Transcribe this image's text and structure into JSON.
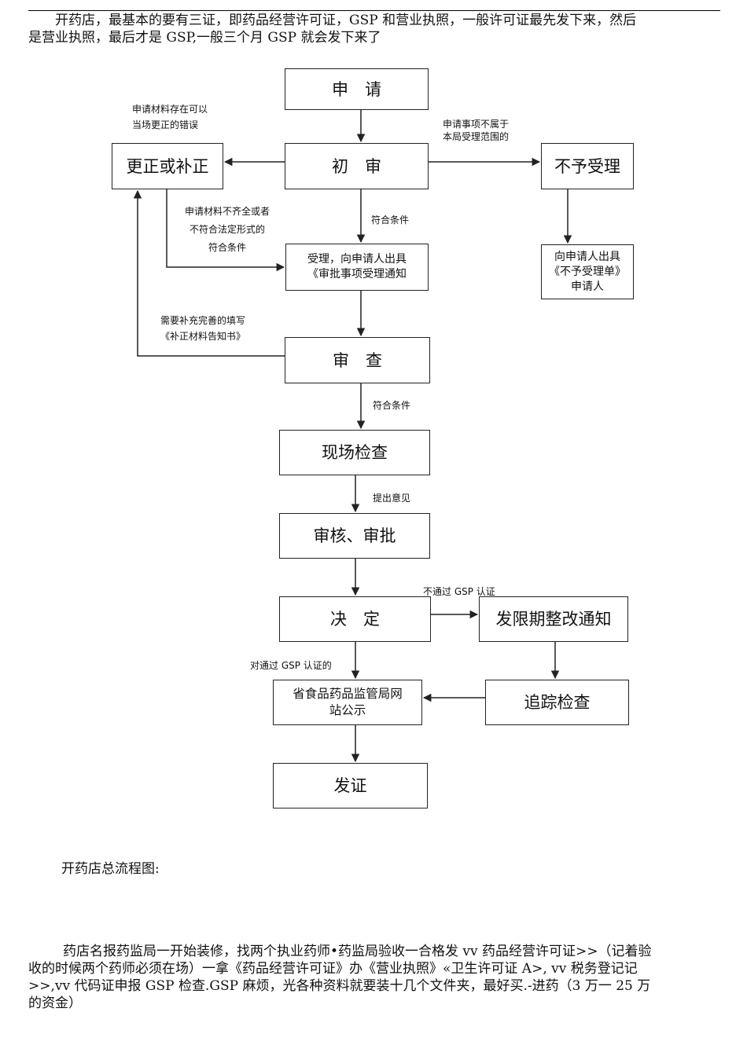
{
  "intro": {
    "line1": "开药店，最基本的要有三证，即药品经营许可证，GSP 和营业执照，一般许可证最先发下来，然后",
    "line2": "是营业执照，最后才是 GSP,一般三个月 GSP 就会发下来了"
  },
  "flowchart": {
    "boxes": {
      "apply": "申　请",
      "initial_review": "初　审",
      "correct": "更正或补正",
      "reject": "不予受理",
      "accept_line1": "受理，向申请人出具",
      "accept_line2": "《审批事项受理通知",
      "reject_notice_line1": "向申请人出具",
      "reject_notice_line2": "《不予受理单》",
      "reject_notice_line3": "申请人",
      "examine": "审　查",
      "site_inspection": "现场检查",
      "audit_approve": "审核、审批",
      "decision": "决　定",
      "rectify_notice": "发限期整改通知",
      "follow_up": "追踪检查",
      "publish_line1": "省食品药品监管局网",
      "publish_line2": "站公示",
      "issue": "发证"
    },
    "notes": {
      "correctable_line1": "申请材料存在可以",
      "correctable_line2": "当场更正的错误",
      "out_of_scope_line1": "申请事项不属于",
      "out_of_scope_line2": "本局受理范围的",
      "incomplete_line1": "申请材料不齐全或者",
      "incomplete_line2": "不符合法定形式的",
      "incomplete_line3": "符合条件",
      "meets_1": "符合条件",
      "supplement_line1": "需要补充完善的填写",
      "supplement_line2": "《补正材料告知书》",
      "meets_2": "符合条件",
      "opinion": "提出意见",
      "gsp_fail": "不通过 GSP 认证",
      "gsp_pass": "对通过 GSP 认证的"
    }
  },
  "caption": "开药店总流程图:",
  "body": {
    "line1": "药店名报药监局一开始装修，找两个执业药师•药监局验收一合格发 vv 药品经营许可证>>（记着验",
    "line2": "收的时候两个药师必须在场）一拿《药品经营许可证》办《营业执照》«卫生许可证 A>, vv 税务登记记",
    "line3": ">>,vv 代码证申报 GSP 检查.GSP 麻烦，光各种资料就要装十几个文件夹，最好买.-进药（3 万一 25 万",
    "line4": "的资金）"
  }
}
